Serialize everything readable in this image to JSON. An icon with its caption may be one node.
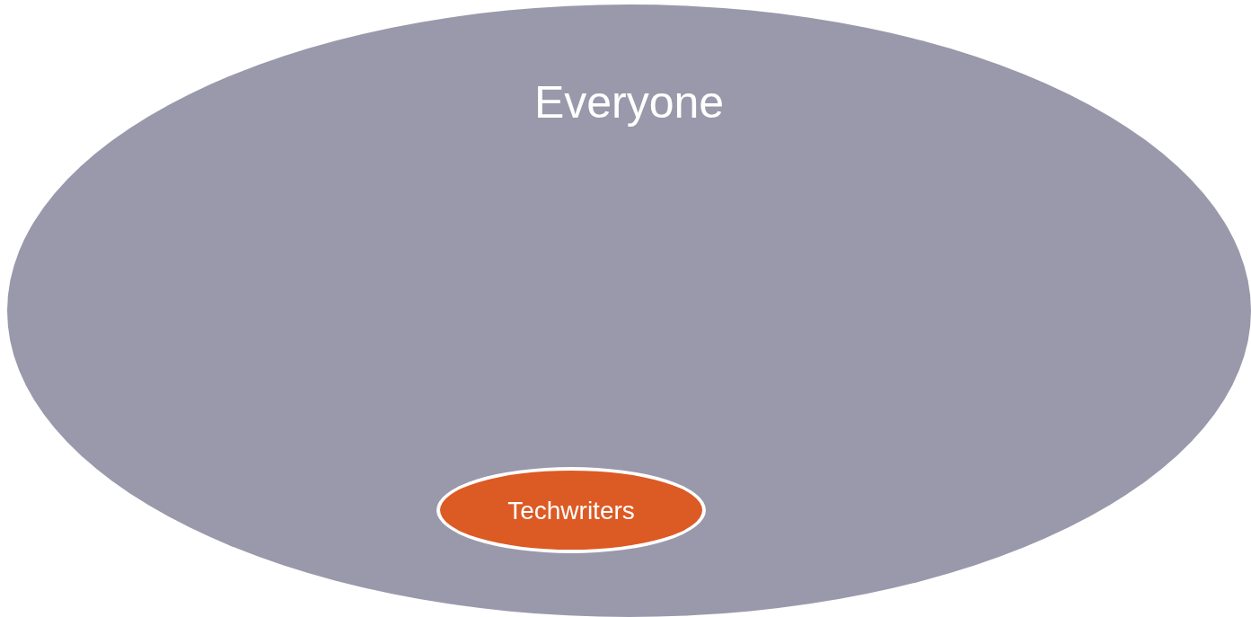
{
  "diagram": {
    "nodes": [
      {
        "text": [
          "Everyone"
        ]
      },
      {
        "text": [
          "Techwriters"
        ],
        "in": 0
      }
    ]
  }
}
